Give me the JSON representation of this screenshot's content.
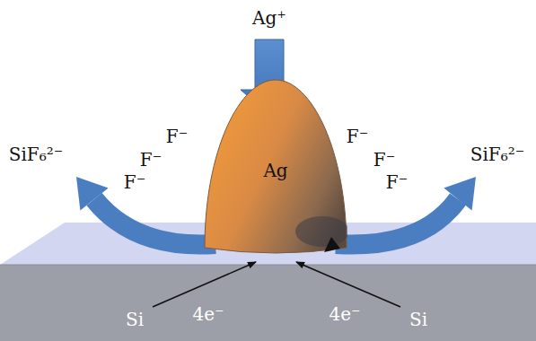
{
  "diagram": {
    "nodes": [
      {
        "text": [
          "Ag"
        ]
      }
    ],
    "labels": [
      "Ag⁺",
      "SiF₆²⁻",
      "F⁻",
      "F⁻",
      "F⁻",
      "F⁻",
      "F⁻",
      "F⁻",
      "SiF₆²⁻",
      "Si",
      "4e⁻",
      "4e⁻",
      "Si"
    ]
  }
}
